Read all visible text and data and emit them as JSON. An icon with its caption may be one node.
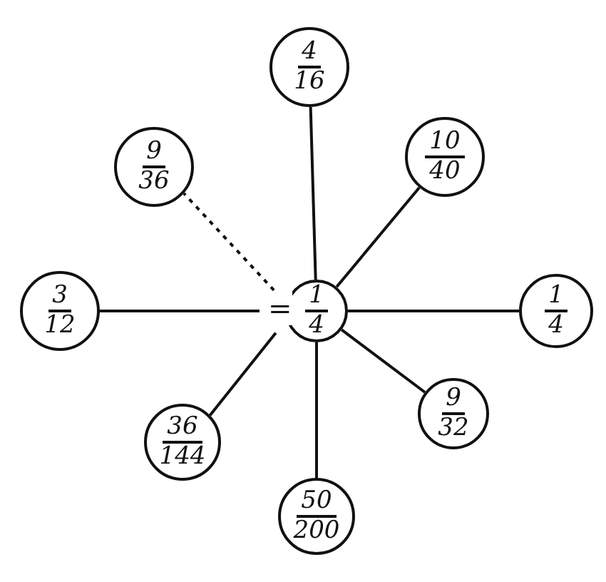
{
  "diagram": {
    "nodes": [
      {
        "text": [
          "1",
          "4"
        ],
        "beside": [
          "="
        ]
      },
      {
        "text": [
          "4",
          "16"
        ]
      },
      {
        "text": [
          "9",
          "36"
        ]
      },
      {
        "text": [
          "10",
          "40"
        ]
      },
      {
        "text": [
          "3",
          "12"
        ]
      },
      {
        "text": [
          "1",
          "4"
        ]
      },
      {
        "text": [
          "36",
          "144"
        ]
      },
      {
        "text": [
          "50",
          "200"
        ]
      },
      {
        "text": [
          "9",
          "32"
        ]
      }
    ],
    "edges": [
      {
        "from": 0,
        "to": 1,
        "arrow": "none"
      },
      {
        "from": 0,
        "to": 2,
        "arrow": "none",
        "style": "dashed"
      },
      {
        "from": 0,
        "to": 3,
        "arrow": "none"
      },
      {
        "from": 0,
        "to": 4,
        "arrow": "none"
      },
      {
        "from": 0,
        "to": 5,
        "arrow": "none"
      },
      {
        "from": 0,
        "to": 6,
        "arrow": "none"
      },
      {
        "from": 0,
        "to": 7,
        "arrow": "none"
      },
      {
        "from": 0,
        "to": 8,
        "arrow": "none"
      }
    ]
  }
}
